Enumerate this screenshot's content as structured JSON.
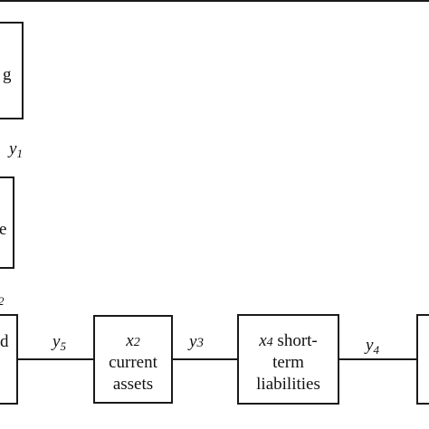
{
  "nodes": {
    "top_left": {
      "label_fragment": "g"
    },
    "mid_left": {
      "label_fragment": "e"
    },
    "bottom_left": {
      "label_fragment": "d"
    },
    "x2": {
      "var": "x",
      "sub": "2",
      "line1": "current",
      "line2": "assets"
    },
    "x4": {
      "var": "x",
      "sub": "4",
      "line1a": "short-",
      "line1b": "term",
      "line2": "liabilities"
    }
  },
  "edges": {
    "y1": {
      "var": "y",
      "sub": "1"
    },
    "y2_fragment": {
      "sub": "2"
    },
    "y5": {
      "var": "y",
      "sub": "5"
    },
    "y3": {
      "var": "y",
      "sub": "3"
    },
    "y4": {
      "var": "y",
      "sub": "4"
    }
  }
}
